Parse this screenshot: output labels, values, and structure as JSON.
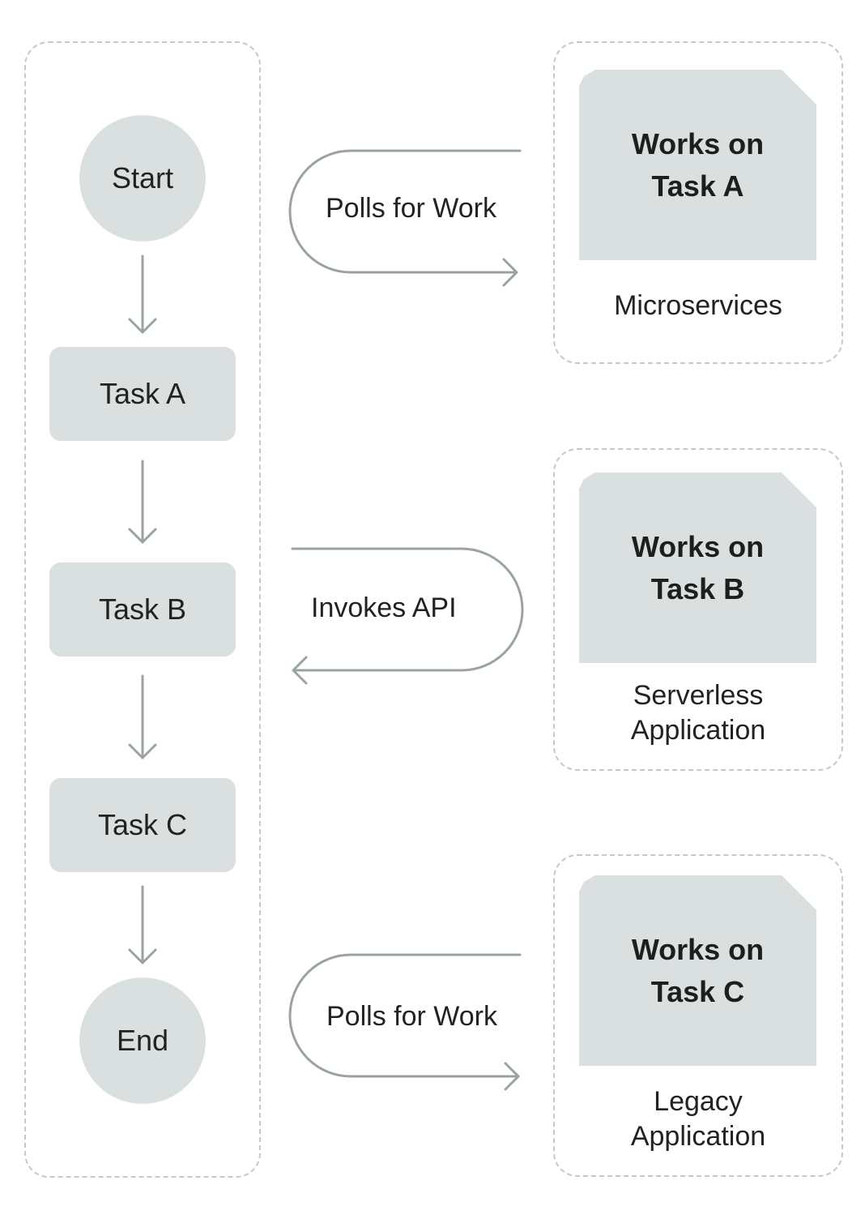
{
  "workflow": {
    "start": "Start",
    "tasks": [
      "Task A",
      "Task B",
      "Task C"
    ],
    "end": "End"
  },
  "links": [
    {
      "label": "Polls for Work"
    },
    {
      "label": "Invokes API"
    },
    {
      "label": "Polls for Work"
    }
  ],
  "workers": [
    {
      "title_line1": "Works on",
      "title_line2": "Task A",
      "label_line1": "Microservices",
      "label_line2": ""
    },
    {
      "title_line1": "Works on",
      "title_line2": "Task B",
      "label_line1": "Serverless",
      "label_line2": "Application"
    },
    {
      "title_line1": "Works on",
      "title_line2": "Task C",
      "label_line1": "Legacy",
      "label_line2": "Application"
    }
  ],
  "colors": {
    "node_fill": "#dadfdf",
    "line": "#9aa3a3",
    "dashed_border": "#c5c9c9"
  }
}
